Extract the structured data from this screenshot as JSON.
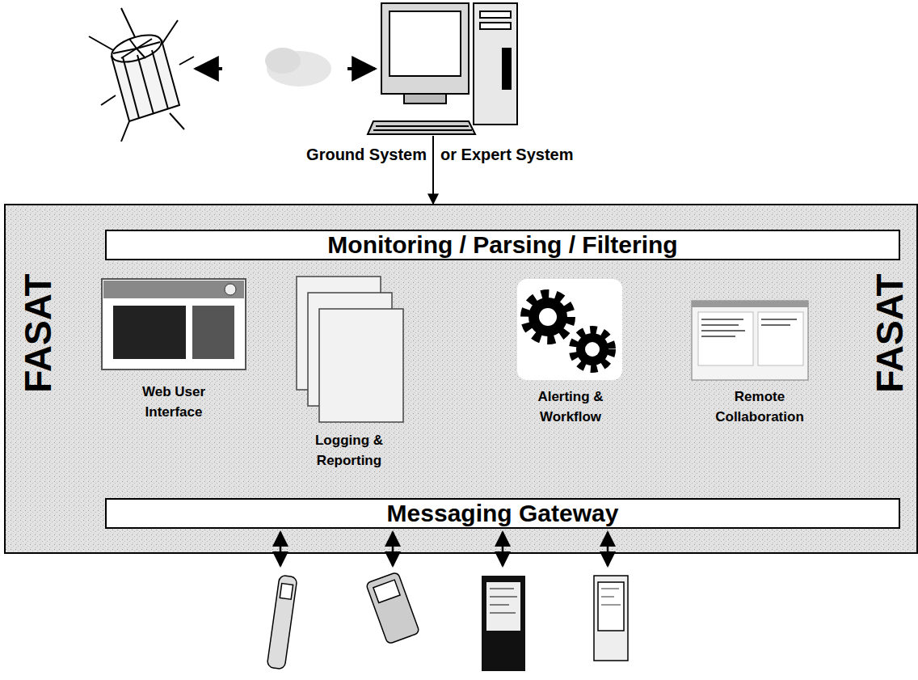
{
  "diagram": {
    "nodes": [
      {
        "text": [
          "Ground System",
          "or Expert System"
        ]
      },
      {
        "text": [
          "FASAT",
          "FASAT"
        ]
      },
      {
        "text": [
          "Monitoring / Parsing / Filtering"
        ],
        "in": 1
      },
      {
        "text": [
          "Messaging Gateway"
        ],
        "in": 1
      }
    ],
    "edges": [
      {
        "from": 0,
        "to": 1,
        "arrow": "to"
      }
    ],
    "labels": [
      "Web User Interface",
      "Logging & Reporting",
      "Alerting & Workflow",
      "Remote Collaboration"
    ]
  }
}
